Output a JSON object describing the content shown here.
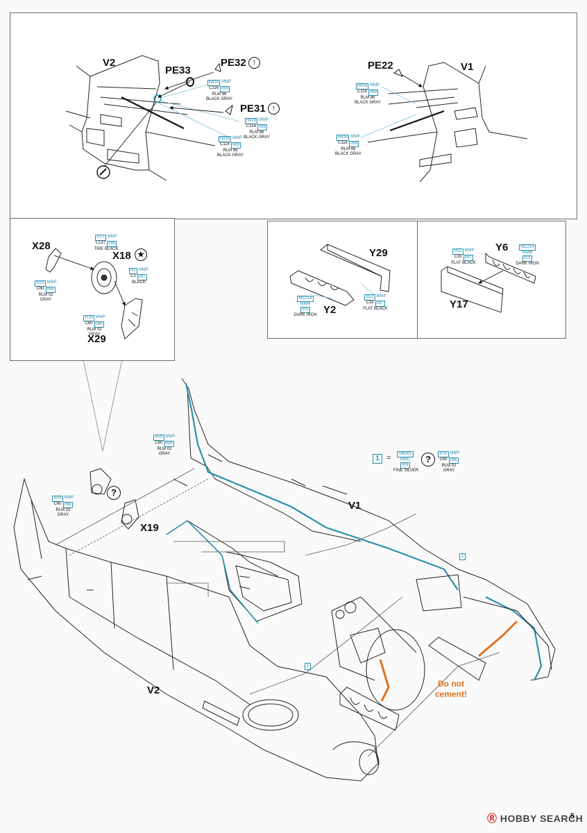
{
  "page": {
    "number": "5"
  },
  "watermark": {
    "prefix": "Ⓡ",
    "brand": "HOBBY SEARCH"
  },
  "panel_top": {
    "left": {
      "view_label": "V2",
      "parts": [
        {
          "id": "PE33",
          "label": "PE33"
        },
        {
          "id": "PE32",
          "label": "PE32",
          "symbol": "↑"
        },
        {
          "id": "PE31",
          "label": "PE31",
          "symbol": "↑"
        }
      ],
      "paints": [
        {
          "h": "H416",
          "mmp": "MMP",
          "c": "C116",
          "code": "089",
          "name1": "RLM 66",
          "name2": "BLACK GRAY"
        },
        {
          "h": "H416",
          "mmp": "MMP",
          "c": "C116",
          "code": "089",
          "name1": "RLM 66",
          "name2": "BLACK GRAY"
        },
        {
          "h": "H416",
          "mmp": "MMP",
          "c": "C116",
          "code": "089",
          "name1": "RLM 66",
          "name2": "BLACK GRAY"
        }
      ]
    },
    "right": {
      "view_label": "V1",
      "parts": [
        {
          "id": "PE22",
          "label": "PE22"
        }
      ],
      "paints": [
        {
          "h": "H416",
          "mmp": "MMP",
          "c": "C116",
          "code": "089",
          "name1": "RLM 66",
          "name2": "BLACK GRAY"
        },
        {
          "h": "H416",
          "mmp": "MMP",
          "c": "C116",
          "code": "089",
          "name1": "RLM 66",
          "name2": "BLACK GRAY"
        }
      ]
    }
  },
  "panel_gear": {
    "labels": {
      "x28": "X28",
      "x18": "X18",
      "x29": "X29",
      "x18_symbol": "★"
    },
    "paints": [
      {
        "h": "H77",
        "mmp": "MMP",
        "c": "C137",
        "code": "040",
        "name1": "TIRE BLACK",
        "name2": ""
      },
      {
        "h": "H2",
        "mmp": "MMP",
        "c": "C2",
        "code": "047",
        "name1": "BLACK",
        "name2": ""
      },
      {
        "h": "H70",
        "mmp": "MMP",
        "c": "C60",
        "code": "056",
        "name1": "RLM 02",
        "name2": "GRAY"
      },
      {
        "h": "H70",
        "mmp": "MMP",
        "c": "C60",
        "code": "056",
        "name1": "RLM 02",
        "name2": "GRAY"
      }
    ]
  },
  "panel_y29": {
    "labels": {
      "y29": "Y29",
      "y2": "Y2"
    },
    "paints": [
      {
        "h": "MC214",
        "mmp": "MMM",
        "c": "",
        "code": "001",
        "name1": "DARK IRON",
        "name2": ""
      },
      {
        "h": "H12",
        "mmp": "MMP",
        "c": "C33",
        "code": "047",
        "name1": "FLAT BLACK",
        "name2": ""
      }
    ]
  },
  "panel_y6": {
    "labels": {
      "y6": "Y6",
      "y17": "Y17"
    },
    "paints": [
      {
        "h": "H12",
        "mmp": "MMP",
        "c": "C33",
        "code": "047",
        "name1": "FLAT BLACK",
        "name2": ""
      },
      {
        "h": "MC214",
        "mmp": "MMM",
        "c": "",
        "code": "001",
        "name1": "DARK IRON",
        "name2": ""
      }
    ]
  },
  "main": {
    "labels": {
      "v1": "V1",
      "v2": "V2",
      "x19": "X19",
      "one_a": "1",
      "one_b": "1"
    },
    "legend": {
      "num": "1",
      "equals": "=",
      "sm": "SM201",
      "mmc": "MMC",
      "code": "001",
      "name": "FINE SILVER",
      "symbol": "?",
      "paint": {
        "h": "H70",
        "mmp": "MMP",
        "c": "C60",
        "code": "056",
        "name1": "RLM 02",
        "name2": "GRAY"
      }
    },
    "paints": [
      {
        "h": "H70",
        "mmp": "MMP",
        "c": "C60",
        "code": "056",
        "name1": "RLM 02",
        "name2": "GRAY"
      },
      {
        "h": "H70",
        "mmp": "MMP",
        "c": "C60",
        "code": "056",
        "name1": "RLM 02",
        "name2": "GRAY"
      }
    ],
    "warning": {
      "line1": "Do not",
      "line2": "cement!"
    }
  }
}
